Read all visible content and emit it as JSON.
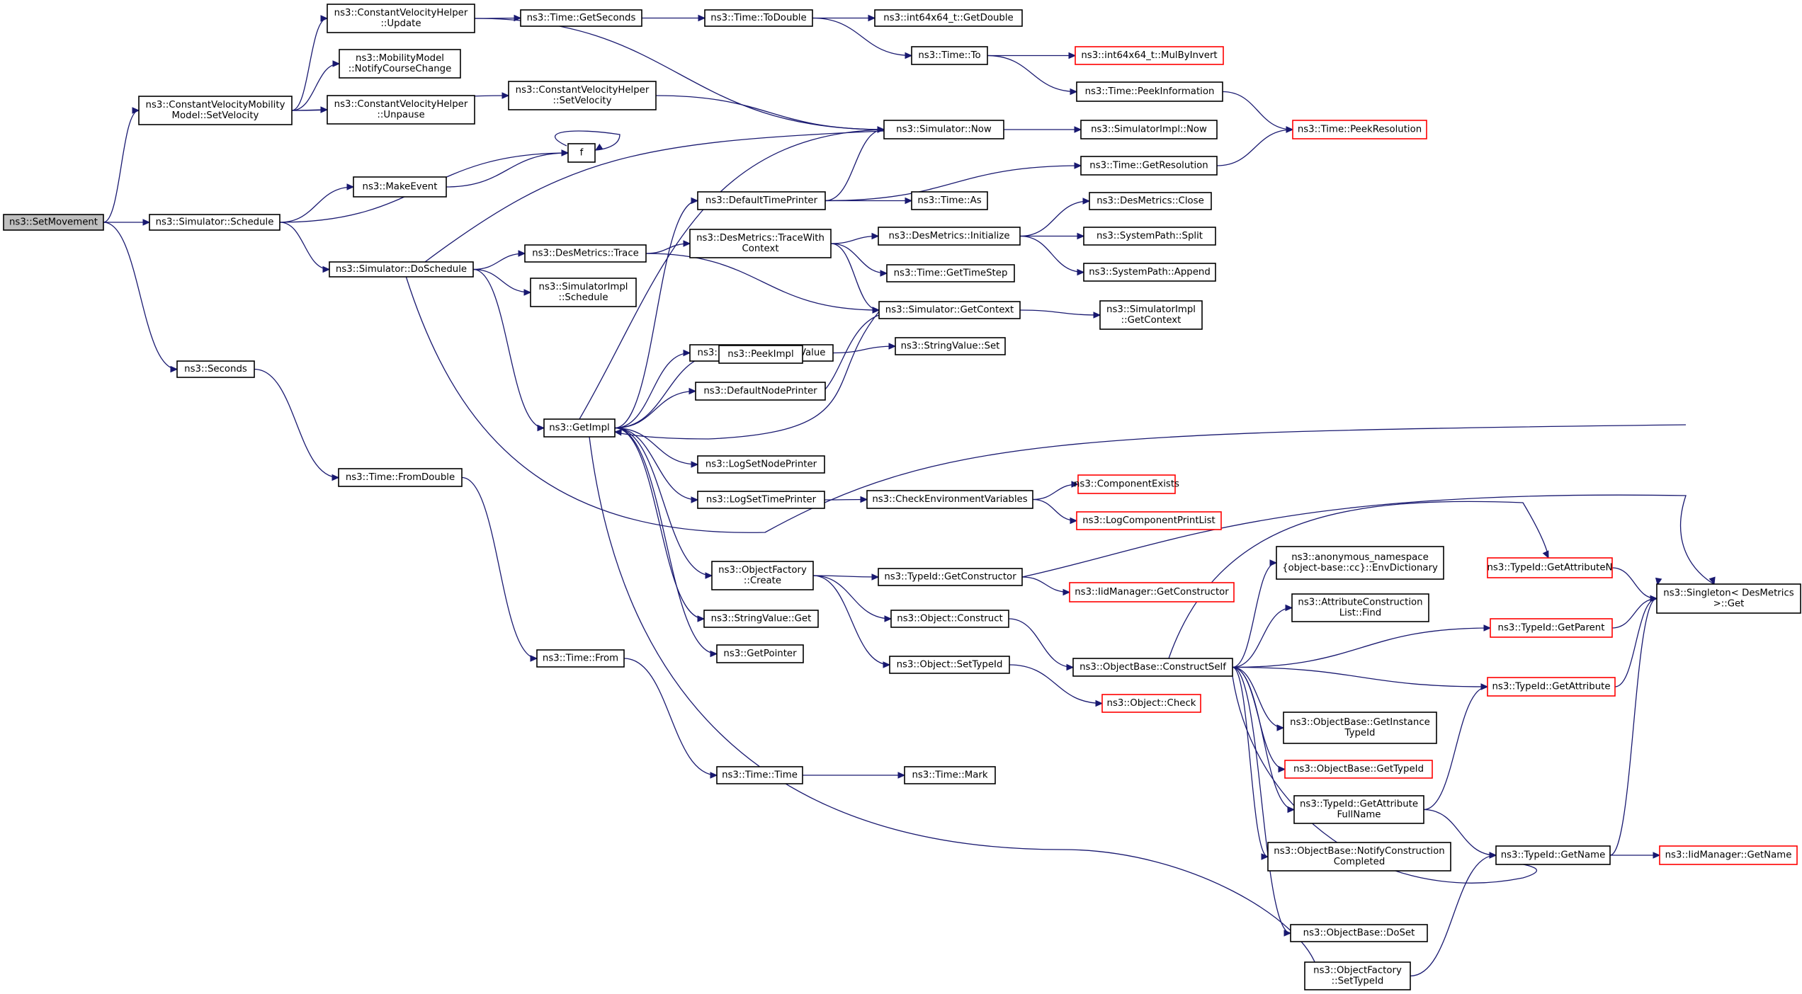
{
  "colors": {
    "edge": "#191970",
    "node_border": "#000000",
    "node_border_truncated": "#ff0000",
    "root_fill": "#bfbfbf",
    "background": "#ffffff"
  },
  "nodes": [
    {
      "id": "setmovement",
      "lines": [
        "ns3::SetMovement"
      ],
      "root": true
    },
    {
      "id": "cvm_setvelocity",
      "lines": [
        "ns3::ConstantVelocityMobility",
        "Model::SetVelocity"
      ]
    },
    {
      "id": "sim_schedule",
      "lines": [
        "ns3::Simulator::Schedule"
      ]
    },
    {
      "id": "seconds",
      "lines": [
        "ns3::Seconds"
      ]
    },
    {
      "id": "cvh_update",
      "lines": [
        "ns3::ConstantVelocityHelper",
        "::Update"
      ]
    },
    {
      "id": "mm_notify",
      "lines": [
        "ns3::MobilityModel",
        "::NotifyCourseChange"
      ]
    },
    {
      "id": "cvh_unpause",
      "lines": [
        "ns3::ConstantVelocityHelper",
        "::Unpause"
      ]
    },
    {
      "id": "cvh_setvelocity",
      "lines": [
        "ns3::ConstantVelocityHelper",
        "::SetVelocity"
      ]
    },
    {
      "id": "makeevent",
      "lines": [
        "ns3::MakeEvent"
      ]
    },
    {
      "id": "f",
      "lines": [
        "f"
      ]
    },
    {
      "id": "doschedule",
      "lines": [
        "ns3::Simulator::DoSchedule"
      ]
    },
    {
      "id": "time_fromdouble",
      "lines": [
        "ns3::Time::FromDouble"
      ]
    },
    {
      "id": "time_getseconds",
      "lines": [
        "ns3::Time::GetSeconds"
      ]
    },
    {
      "id": "time_todouble",
      "lines": [
        "ns3::Time::ToDouble"
      ]
    },
    {
      "id": "int64_getdouble",
      "lines": [
        "ns3::int64x64_t::GetDouble"
      ]
    },
    {
      "id": "time_to",
      "lines": [
        "ns3::Time::To"
      ]
    },
    {
      "id": "int64_mulbyinvert",
      "lines": [
        "ns3::int64x64_t::MulByInvert"
      ],
      "truncated": true
    },
    {
      "id": "time_peekinfo",
      "lines": [
        "ns3::Time::PeekInformation"
      ]
    },
    {
      "id": "time_peekres",
      "lines": [
        "ns3::Time::PeekResolution"
      ],
      "truncated": true
    },
    {
      "id": "sim_now",
      "lines": [
        "ns3::Simulator::Now"
      ]
    },
    {
      "id": "simimpl_now",
      "lines": [
        "ns3::SimulatorImpl::Now"
      ]
    },
    {
      "id": "time_getres",
      "lines": [
        "ns3::Time::GetResolution"
      ]
    },
    {
      "id": "defaulttimeprinter",
      "lines": [
        "ns3::DefaultTimePrinter"
      ]
    },
    {
      "id": "time_as",
      "lines": [
        "ns3::Time::As"
      ]
    },
    {
      "id": "desmetrics_trace",
      "lines": [
        "ns3::DesMetrics::Trace"
      ]
    },
    {
      "id": "desmetrics_tracewith",
      "lines": [
        "ns3::DesMetrics::TraceWith",
        "Context"
      ]
    },
    {
      "id": "desmetrics_init",
      "lines": [
        "ns3::DesMetrics::Initialize"
      ]
    },
    {
      "id": "desmetrics_close",
      "lines": [
        "ns3::DesMetrics::Close"
      ]
    },
    {
      "id": "systempath_split",
      "lines": [
        "ns3::SystemPath::Split"
      ]
    },
    {
      "id": "systempath_append",
      "lines": [
        "ns3::SystemPath::Append"
      ]
    },
    {
      "id": "time_gettimestep",
      "lines": [
        "ns3::Time::GetTimeStep"
      ]
    },
    {
      "id": "simimpl_schedule",
      "lines": [
        "ns3::SimulatorImpl",
        "::Schedule"
      ]
    },
    {
      "id": "sim_getcontext",
      "lines": [
        "ns3::Simulator::GetContext"
      ]
    },
    {
      "id": "simimpl_getcontext",
      "lines": [
        "ns3::SimulatorImpl",
        "::GetContext"
      ]
    },
    {
      "id": "globalvalue_getvalue",
      "lines": [
        "ns3::GlobalValue::GetValue"
      ]
    },
    {
      "id": "stringvalue_set",
      "lines": [
        "ns3::StringValue::Set"
      ]
    },
    {
      "id": "peekimpl",
      "lines": [
        "ns3::PeekImpl"
      ]
    },
    {
      "id": "defaultnodeprinter",
      "lines": [
        "ns3::DefaultNodePrinter"
      ]
    },
    {
      "id": "getimpl",
      "lines": [
        "ns3::GetImpl"
      ]
    },
    {
      "id": "logsetnodeprinter",
      "lines": [
        "ns3::LogSetNodePrinter"
      ]
    },
    {
      "id": "logsettimeprinter",
      "lines": [
        "ns3::LogSetTimePrinter"
      ]
    },
    {
      "id": "checkenv",
      "lines": [
        "ns3::CheckEnvironmentVariables"
      ]
    },
    {
      "id": "componentexists",
      "lines": [
        "ns3::ComponentExists"
      ],
      "truncated": true
    },
    {
      "id": "logcomponentprintlist",
      "lines": [
        "ns3::LogComponentPrintList"
      ],
      "truncated": true
    },
    {
      "id": "objectfactory_create",
      "lines": [
        "ns3::ObjectFactory",
        "::Create"
      ]
    },
    {
      "id": "typeid_getconstructor",
      "lines": [
        "ns3::TypeId::GetConstructor"
      ]
    },
    {
      "id": "iidmanager_getconstructor",
      "lines": [
        "ns3::IidManager::GetConstructor"
      ],
      "truncated": true
    },
    {
      "id": "stringvalue_get",
      "lines": [
        "ns3::StringValue::Get"
      ]
    },
    {
      "id": "object_construct",
      "lines": [
        "ns3::Object::Construct"
      ]
    },
    {
      "id": "getpointer",
      "lines": [
        "ns3::GetPointer"
      ]
    },
    {
      "id": "object_settypeid",
      "lines": [
        "ns3::Object::SetTypeId"
      ]
    },
    {
      "id": "object_check",
      "lines": [
        "ns3::Object::Check"
      ],
      "truncated": true
    },
    {
      "id": "time_from",
      "lines": [
        "ns3::Time::From"
      ]
    },
    {
      "id": "time_time",
      "lines": [
        "ns3::Time::Time"
      ]
    },
    {
      "id": "time_mark",
      "lines": [
        "ns3::Time::Mark"
      ]
    },
    {
      "id": "objectfactory_settypeid",
      "lines": [
        "ns3::ObjectFactory",
        "::SetTypeId"
      ]
    },
    {
      "id": "constructself",
      "lines": [
        "ns3::ObjectBase::ConstructSelf"
      ]
    },
    {
      "id": "envdictionary",
      "lines": [
        "ns3::anonymous_namespace",
        "{object-base::cc}::EnvDictionary"
      ]
    },
    {
      "id": "attrconstlist_find",
      "lines": [
        "ns3::AttributeConstruction",
        "List::Find"
      ]
    },
    {
      "id": "getinstancetypeid",
      "lines": [
        "ns3::ObjectBase::GetInstance",
        "TypeId"
      ]
    },
    {
      "id": "objbase_gettypeid",
      "lines": [
        "ns3::ObjectBase::GetTypeId"
      ],
      "truncated": true
    },
    {
      "id": "typeid_getattrfullname",
      "lines": [
        "ns3::TypeId::GetAttribute",
        "FullName"
      ]
    },
    {
      "id": "notifyconstruction",
      "lines": [
        "ns3::ObjectBase::NotifyConstruction",
        "Completed"
      ]
    },
    {
      "id": "objbase_doset",
      "lines": [
        "ns3::ObjectBase::DoSet"
      ]
    },
    {
      "id": "typeid_getattributen",
      "lines": [
        "ns3::TypeId::GetAttributeN"
      ],
      "truncated": true
    },
    {
      "id": "typeid_getparent",
      "lines": [
        "ns3::TypeId::GetParent"
      ],
      "truncated": true
    },
    {
      "id": "typeid_getattribute",
      "lines": [
        "ns3::TypeId::GetAttribute"
      ],
      "truncated": true
    },
    {
      "id": "typeid_getname",
      "lines": [
        "ns3::TypeId::GetName"
      ]
    },
    {
      "id": "iidmanager_getname",
      "lines": [
        "ns3::IidManager::GetName"
      ],
      "truncated": true
    },
    {
      "id": "singleton_get",
      "lines": [
        "ns3::Singleton< DesMetrics",
        ">::Get"
      ]
    }
  ],
  "edges": [
    [
      "setmovement",
      "cvm_setvelocity"
    ],
    [
      "setmovement",
      "sim_schedule"
    ],
    [
      "setmovement",
      "seconds"
    ],
    [
      "cvm_setvelocity",
      "cvh_update"
    ],
    [
      "cvm_setvelocity",
      "mm_notify"
    ],
    [
      "cvm_setvelocity",
      "cvh_unpause"
    ],
    [
      "cvm_setvelocity",
      "cvh_setvelocity"
    ],
    [
      "cvh_update",
      "time_getseconds"
    ],
    [
      "cvh_update",
      "sim_now"
    ],
    [
      "cvh_setvelocity",
      "sim_now"
    ],
    [
      "time_getseconds",
      "time_todouble"
    ],
    [
      "time_todouble",
      "int64_getdouble"
    ],
    [
      "time_todouble",
      "time_to"
    ],
    [
      "time_to",
      "int64_mulbyinvert"
    ],
    [
      "time_to",
      "time_peekinfo"
    ],
    [
      "time_peekinfo",
      "time_peekres"
    ],
    [
      "time_getres",
      "time_peekres"
    ],
    [
      "sim_now",
      "simimpl_now"
    ],
    [
      "sim_schedule",
      "makeevent"
    ],
    [
      "sim_schedule",
      "f"
    ],
    [
      "sim_schedule",
      "doschedule"
    ],
    [
      "makeevent",
      "f"
    ],
    [
      "f",
      "f"
    ],
    [
      "doschedule",
      "sim_now"
    ],
    [
      "doschedule",
      "desmetrics_trace"
    ],
    [
      "doschedule",
      "simimpl_schedule"
    ],
    [
      "doschedule",
      "getimpl"
    ],
    [
      "doschedule",
      "singleton_get"
    ],
    [
      "desmetrics_trace",
      "desmetrics_tracewith"
    ],
    [
      "desmetrics_trace",
      "sim_getcontext"
    ],
    [
      "desmetrics_tracewith",
      "desmetrics_init"
    ],
    [
      "desmetrics_tracewith",
      "time_gettimestep"
    ],
    [
      "desmetrics_tracewith",
      "sim_getcontext"
    ],
    [
      "desmetrics_init",
      "desmetrics_close"
    ],
    [
      "desmetrics_init",
      "systempath_split"
    ],
    [
      "desmetrics_init",
      "systempath_append"
    ],
    [
      "defaulttimeprinter",
      "sim_now"
    ],
    [
      "defaulttimeprinter",
      "time_getres"
    ],
    [
      "defaulttimeprinter",
      "time_as"
    ],
    [
      "sim_getcontext",
      "simimpl_getcontext"
    ],
    [
      "sim_getcontext",
      "getimpl"
    ],
    [
      "globalvalue_getvalue",
      "stringvalue_set"
    ],
    [
      "defaultnodeprinter",
      "sim_getcontext"
    ],
    [
      "getimpl",
      "sim_now"
    ],
    [
      "getimpl",
      "defaulttimeprinter"
    ],
    [
      "getimpl",
      "globalvalue_getvalue"
    ],
    [
      "getimpl",
      "peekimpl"
    ],
    [
      "getimpl",
      "defaultnodeprinter"
    ],
    [
      "getimpl",
      "logsetnodeprinter"
    ],
    [
      "getimpl",
      "logsettimeprinter"
    ],
    [
      "getimpl",
      "objectfactory_create"
    ],
    [
      "getimpl",
      "stringvalue_get"
    ],
    [
      "getimpl",
      "getpointer"
    ],
    [
      "getimpl",
      "objectfactory_settypeid"
    ],
    [
      "logsettimeprinter",
      "checkenv"
    ],
    [
      "checkenv",
      "componentexists"
    ],
    [
      "checkenv",
      "logcomponentprintlist"
    ],
    [
      "objectfactory_create",
      "typeid_getconstructor"
    ],
    [
      "objectfactory_create",
      "object_construct"
    ],
    [
      "objectfactory_create",
      "object_settypeid"
    ],
    [
      "typeid_getconstructor",
      "iidmanager_getconstructor"
    ],
    [
      "typeid_getconstructor",
      "singleton_get"
    ],
    [
      "object_construct",
      "constructself"
    ],
    [
      "object_settypeid",
      "object_check"
    ],
    [
      "seconds",
      "time_fromdouble"
    ],
    [
      "time_fromdouble",
      "time_from"
    ],
    [
      "time_from",
      "time_time"
    ],
    [
      "time_time",
      "time_mark"
    ],
    [
      "objectfactory_settypeid",
      "typeid_getname"
    ],
    [
      "constructself",
      "envdictionary"
    ],
    [
      "constructself",
      "typeid_getattributen"
    ],
    [
      "constructself",
      "attrconstlist_find"
    ],
    [
      "constructself",
      "typeid_getparent"
    ],
    [
      "constructself",
      "typeid_getattribute"
    ],
    [
      "constructself",
      "getinstancetypeid"
    ],
    [
      "constructself",
      "objbase_gettypeid"
    ],
    [
      "constructself",
      "typeid_getattrfullname"
    ],
    [
      "constructself",
      "notifyconstruction"
    ],
    [
      "constructself",
      "objbase_doset"
    ],
    [
      "constructself",
      "typeid_getname"
    ],
    [
      "typeid_getattrfullname",
      "typeid_getattribute"
    ],
    [
      "typeid_getattrfullname",
      "typeid_getname"
    ],
    [
      "typeid_getattributen",
      "singleton_get"
    ],
    [
      "typeid_getparent",
      "singleton_get"
    ],
    [
      "typeid_getattribute",
      "singleton_get"
    ],
    [
      "typeid_getname",
      "singleton_get"
    ],
    [
      "typeid_getname",
      "iidmanager_getname"
    ]
  ]
}
